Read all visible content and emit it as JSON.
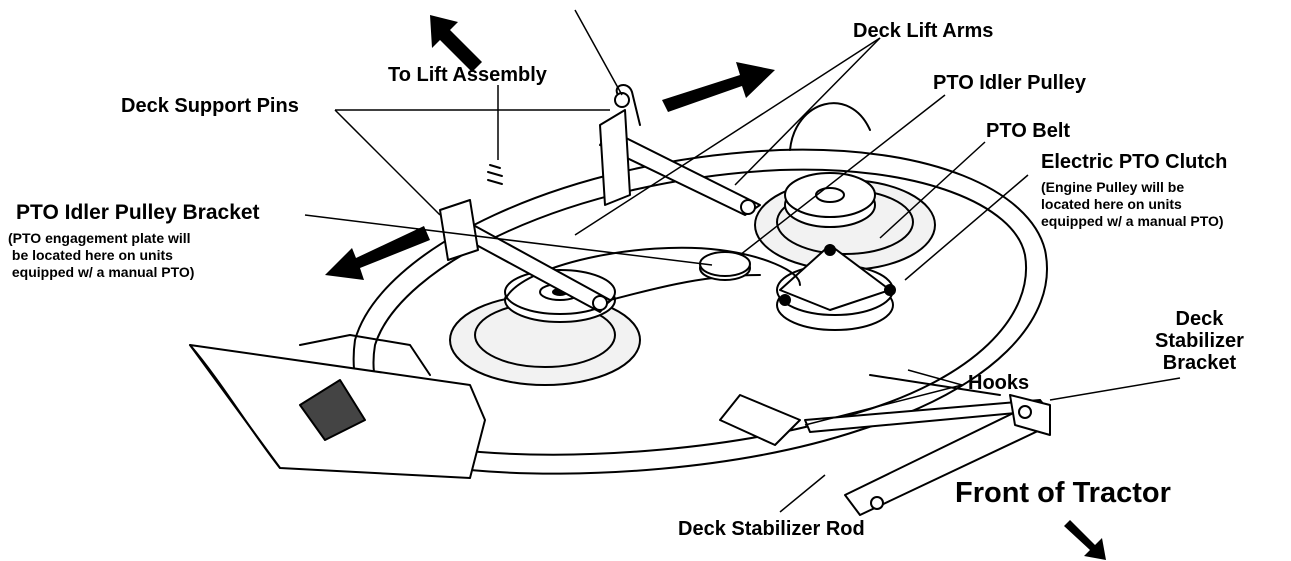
{
  "labels": {
    "to_lift_assembly": "To Lift Assembly",
    "deck_lift_arms": "Deck Lift Arms",
    "pto_idler_pulley": "PTO Idler Pulley",
    "deck_support_pins": "Deck Support Pins",
    "pto_belt": "PTO Belt",
    "electric_pto_clutch": "Electric PTO Clutch",
    "electric_pto_clutch_note": "(Engine Pulley will be\nlocated here on units\nequipped w/ a manual PTO)",
    "pto_idler_pulley_bracket": "PTO Idler Pulley Bracket",
    "pto_idler_pulley_bracket_note": "(PTO engagement plate will\n be located here on units\n equipped w/ a manual PTO)",
    "deck_stabilizer_bracket": "Deck\nStabilizer\nBracket",
    "hooks": "Hooks",
    "front_of_tractor": "Front of Tractor",
    "deck_stabilizer_rod": "Deck Stabilizer Rod"
  },
  "colors": {
    "ink": "#000000",
    "deck_fill": "#ffffff",
    "shade": "#e6e6e6"
  }
}
